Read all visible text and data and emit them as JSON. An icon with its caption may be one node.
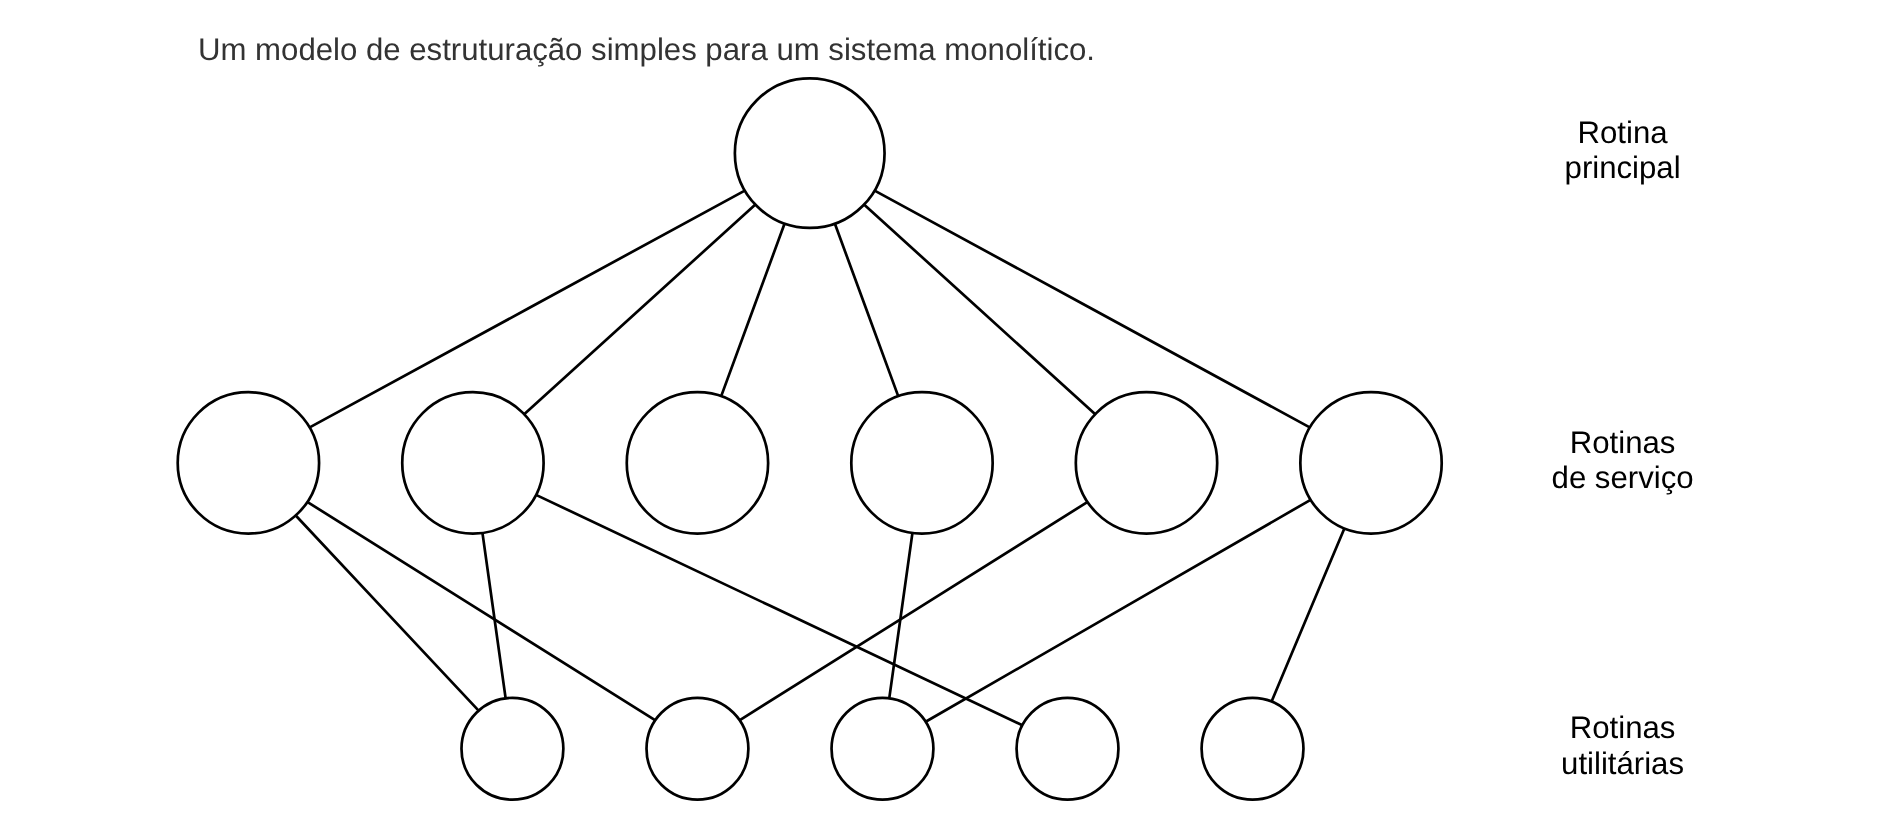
{
  "diagram": {
    "title": "Um modelo de estruturação simples para um sistema monolítico.",
    "nodes": [
      {
        "text": [],
        "shape": "circle"
      },
      {
        "text": [],
        "shape": "circle"
      },
      {
        "text": [],
        "shape": "circle"
      },
      {
        "text": [],
        "shape": "circle"
      },
      {
        "text": [],
        "shape": "circle"
      },
      {
        "text": [],
        "shape": "circle"
      },
      {
        "text": [],
        "shape": "circle"
      },
      {
        "text": [],
        "shape": "circle"
      },
      {
        "text": [],
        "shape": "circle"
      },
      {
        "text": [],
        "shape": "circle"
      },
      {
        "text": [],
        "shape": "circle"
      },
      {
        "text": [],
        "shape": "circle"
      }
    ],
    "edges": [
      {
        "from": 0,
        "to": 1,
        "arrow": "none"
      },
      {
        "from": 0,
        "to": 2,
        "arrow": "none"
      },
      {
        "from": 0,
        "to": 3,
        "arrow": "none"
      },
      {
        "from": 0,
        "to": 4,
        "arrow": "none"
      },
      {
        "from": 0,
        "to": 5,
        "arrow": "none"
      },
      {
        "from": 0,
        "to": 6,
        "arrow": "none"
      },
      {
        "from": 1,
        "to": 7,
        "arrow": "none"
      },
      {
        "from": 1,
        "to": 8,
        "arrow": "none"
      },
      {
        "from": 2,
        "to": 7,
        "arrow": "none"
      },
      {
        "from": 2,
        "to": 10,
        "arrow": "none"
      },
      {
        "from": 4,
        "to": 9,
        "arrow": "none"
      },
      {
        "from": 5,
        "to": 8,
        "arrow": "none"
      },
      {
        "from": 6,
        "to": 9,
        "arrow": "none"
      },
      {
        "from": 6,
        "to": 11,
        "arrow": "none"
      }
    ],
    "labels": [
      "Rotina principal",
      "Rotinas de serviço",
      "Rotinas utilitárias"
    ]
  }
}
